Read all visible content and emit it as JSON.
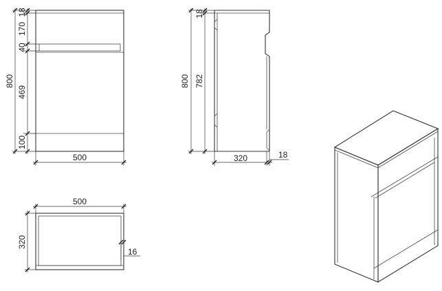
{
  "front_view": {
    "dims_vertical": [
      "18",
      "170",
      "40",
      "469",
      "100"
    ],
    "overall_height": "800",
    "width": "500"
  },
  "side_view": {
    "dim_top": "18",
    "overall_height": "800",
    "inner_height": "782",
    "depth": "320",
    "back_thickness": "18"
  },
  "plan_view": {
    "width": "500",
    "depth": "320",
    "panel_thickness": "16"
  }
}
